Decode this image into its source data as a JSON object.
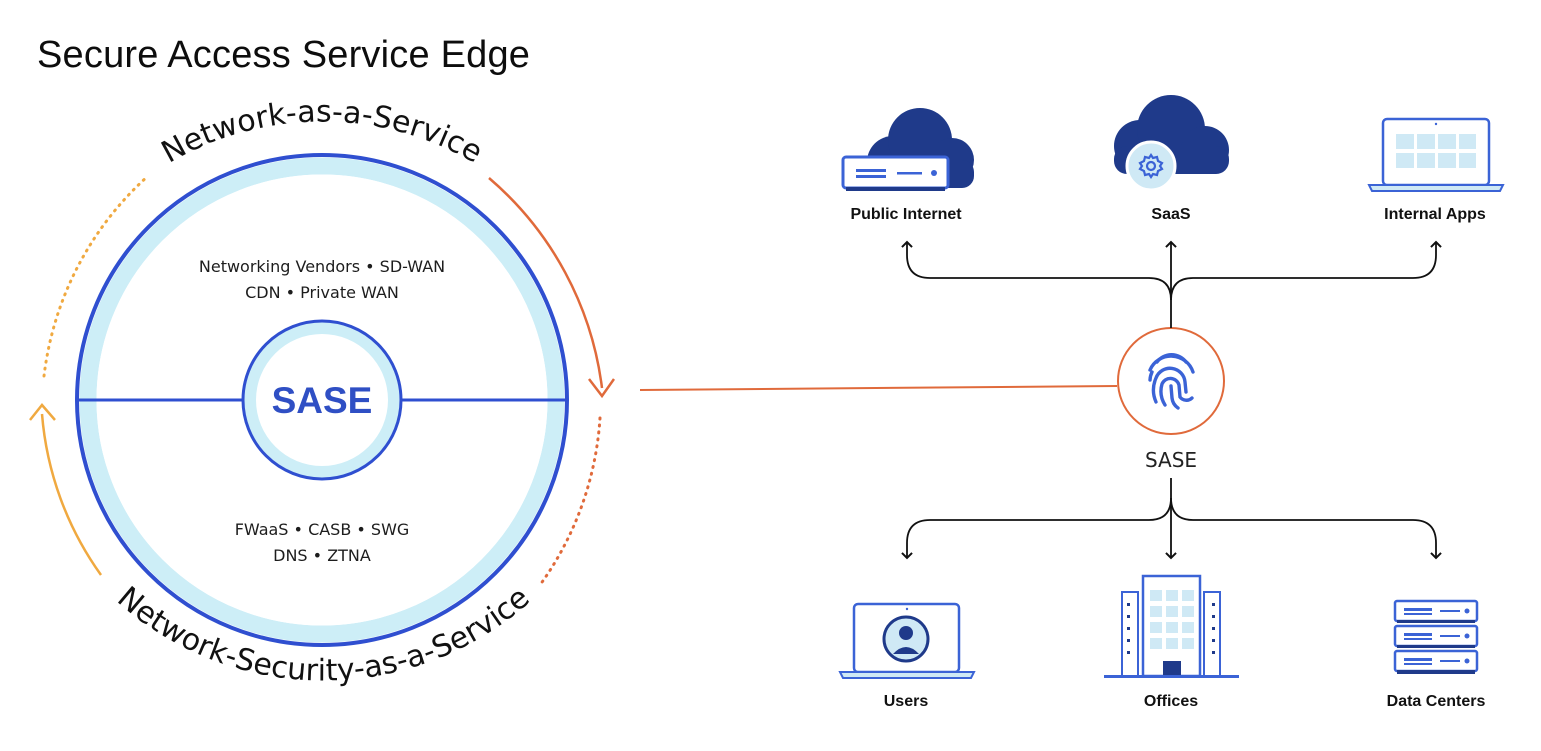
{
  "title": "Secure Access Service Edge",
  "left_diagram": {
    "arc_top": "Network-as-a-Service",
    "arc_bottom": "Network-Security-as-a-Service",
    "top_half_lines": [
      "Networking Vendors • SD-WAN",
      "CDN • Private WAN"
    ],
    "bottom_half_lines": [
      "FWaaS • CASB • SWG",
      "DNS • ZTNA"
    ],
    "core_label": "SASE"
  },
  "right_diagram": {
    "hub_label": "SASE",
    "destinations": [
      "Public Internet",
      "SaaS",
      "Internal Apps"
    ],
    "sources": [
      "Users",
      "Offices",
      "Data Centers"
    ]
  },
  "colors": {
    "ring_blue": "#2f4fd0",
    "ring_fill": "#cdeef7",
    "icon_navy": "#1f3a8a",
    "icon_blue": "#3b63d6",
    "icon_light": "#cfe9f5",
    "orange": "#e06a3b",
    "gold": "#f0a940"
  }
}
